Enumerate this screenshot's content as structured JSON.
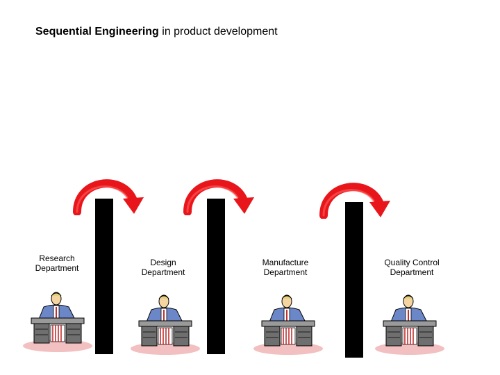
{
  "title": {
    "bold": "Sequential Engineering",
    "rest": " in product development"
  },
  "departments": [
    {
      "line1": "Research",
      "line2": "Department"
    },
    {
      "line1": "Design",
      "line2": "Department"
    },
    {
      "line1": "Manufacture",
      "line2": "Department"
    },
    {
      "line1": "Quality Control",
      "line2": "Department"
    }
  ],
  "colors": {
    "wall": "#000000",
    "arrow": "#e8161a",
    "shirt": "#6c87c8",
    "desk": "#6f6f6f",
    "rug": "#f2c0c0"
  }
}
